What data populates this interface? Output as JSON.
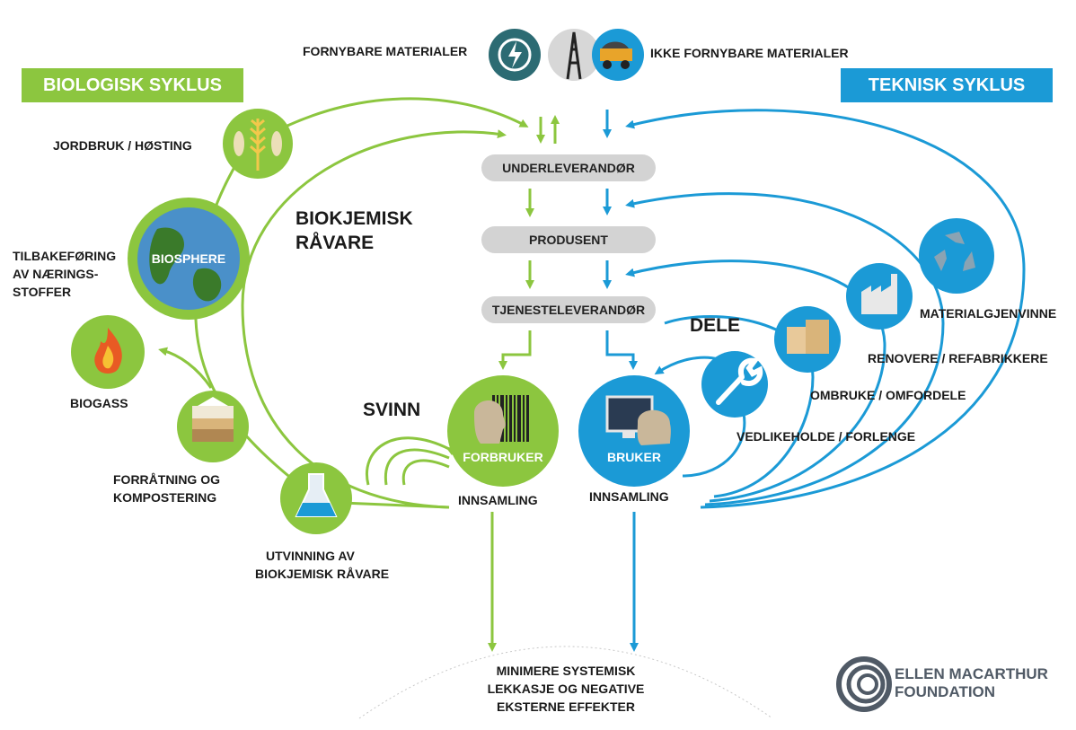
{
  "headers": {
    "fornybare": "FORNYBARE MATERIALER",
    "ikke_fornybare": "IKKE FORNYBARE MATERIALER",
    "biologisk": "BIOLOGISK SYKLUS",
    "teknisk": "TEKNISK SYKLUS"
  },
  "chain": {
    "underleverandor": "UNDERLEVERANDØR",
    "produsent": "PRODUSENT",
    "tjenesteleverandor": "TJENESTELEVERANDØR"
  },
  "bio": {
    "jordbruk": "JORDBRUK / HØSTING",
    "biosphere": "BIOSPHERE",
    "tilbake_1": "TILBAKEFØRING",
    "tilbake_2": "AV NÆRINGS-",
    "tilbake_3": "STOFFER",
    "biogass": "BIOGASS",
    "forratning_1": "FORRÅTNING OG",
    "forratning_2": "KOMPOSTERING",
    "utvinning_1": "UTVINNING AV",
    "utvinning_2": "BIOKJEMISK RÅVARE",
    "biokjemisk_1": "BIOKJEMISK",
    "biokjemisk_2": "RÅVARE",
    "svinn": "SVINN",
    "forbruker": "FORBRUKER",
    "innsamling": "INNSAMLING"
  },
  "tech": {
    "dele": "DELE",
    "bruker": "BRUKER",
    "innsamling": "INNSAMLING",
    "materialgjenvinne": "MATERIALGJENVINNE",
    "renovere": "RENOVERE / REFABRIKKERE",
    "ombruke": "OMBRUKE / OMFORDELE",
    "vedlikeholde": "VEDLIKEHOLDE / FORLENGE"
  },
  "bottom": {
    "line1": "MINIMERE SYSTEMISK",
    "line2": "LEKKASJE OG NEGATIVE",
    "line3": "EKSTERNE EFFEKTER"
  },
  "logo": {
    "line1": "ELLEN MACARTHUR",
    "line2": "FOUNDATION"
  },
  "colors": {
    "green": "#8cc63f",
    "green_dark": "#76b041",
    "blue": "#1b9ad6",
    "grey_pill": "#d3d3d3",
    "teal_icon": "#2c6b73",
    "logo_grey": "#505a66"
  }
}
